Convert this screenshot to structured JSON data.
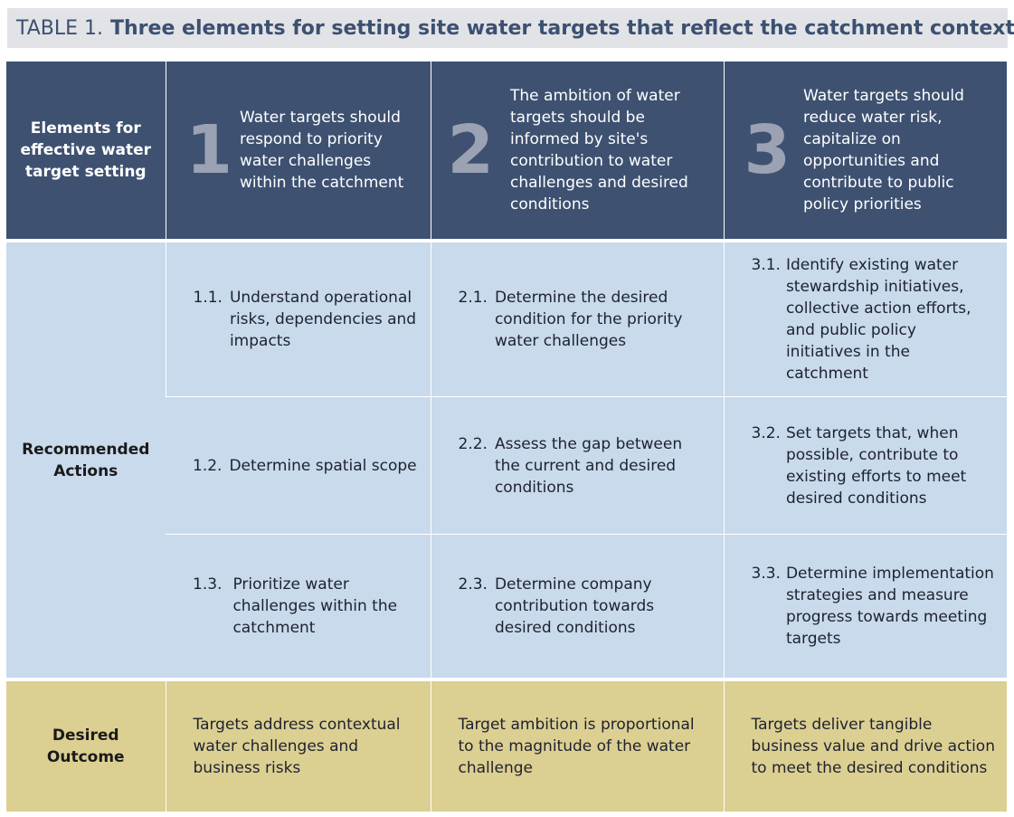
{
  "caption": {
    "label": "TABLE 1.",
    "title": "Three elements for setting site water targets that reflect the catchment context"
  },
  "header": {
    "row_label": "Elements for effective water target setting",
    "elements": [
      {
        "number": "1",
        "text": "Water targets should respond to priority water challenges within the catchment"
      },
      {
        "number": "2",
        "text": "The ambition of water targets should be informed by site's contribution to water challenges and desired conditions"
      },
      {
        "number": "3",
        "text": "Water targets should reduce water risk, capitalize on opportunities and contribute to public policy priorities"
      }
    ]
  },
  "actions": {
    "row_label": "Recommended Actions",
    "rows": [
      [
        {
          "num": "1.1.",
          "text": "Understand operational risks, dependencies and impacts"
        },
        {
          "num": "2.1.",
          "text": "Determine the desired condition for the priority water challenges"
        },
        {
          "num": "3.1.",
          "text": "Identify existing water stewardship initiatives, collective action efforts, and public policy initiatives in the catchment"
        }
      ],
      [
        {
          "num": "1.2.",
          "text": "Determine spatial scope"
        },
        {
          "num": "2.2.",
          "text": "Assess the gap between the current and desired conditions"
        },
        {
          "num": "3.2.",
          "text": "Set targets that, when possible, contribute to existing efforts to meet desired conditions"
        }
      ],
      [
        {
          "num": "1.3.",
          "text": "Prioritize water challenges within the catchment"
        },
        {
          "num": "2.3.",
          "text": "Determine company contribution towards desired conditions"
        },
        {
          "num": "3.3.",
          "text": "Determine implementation strategies and measure progress towards meeting targets"
        }
      ]
    ]
  },
  "outcome": {
    "row_label": "Desired Outcome",
    "items": [
      "Targets address contextual water challenges and business risks",
      "Target ambition is proportional to the magnitude of the water challenge",
      "Targets deliver tangible business value and drive action to meet the desired conditions"
    ]
  }
}
